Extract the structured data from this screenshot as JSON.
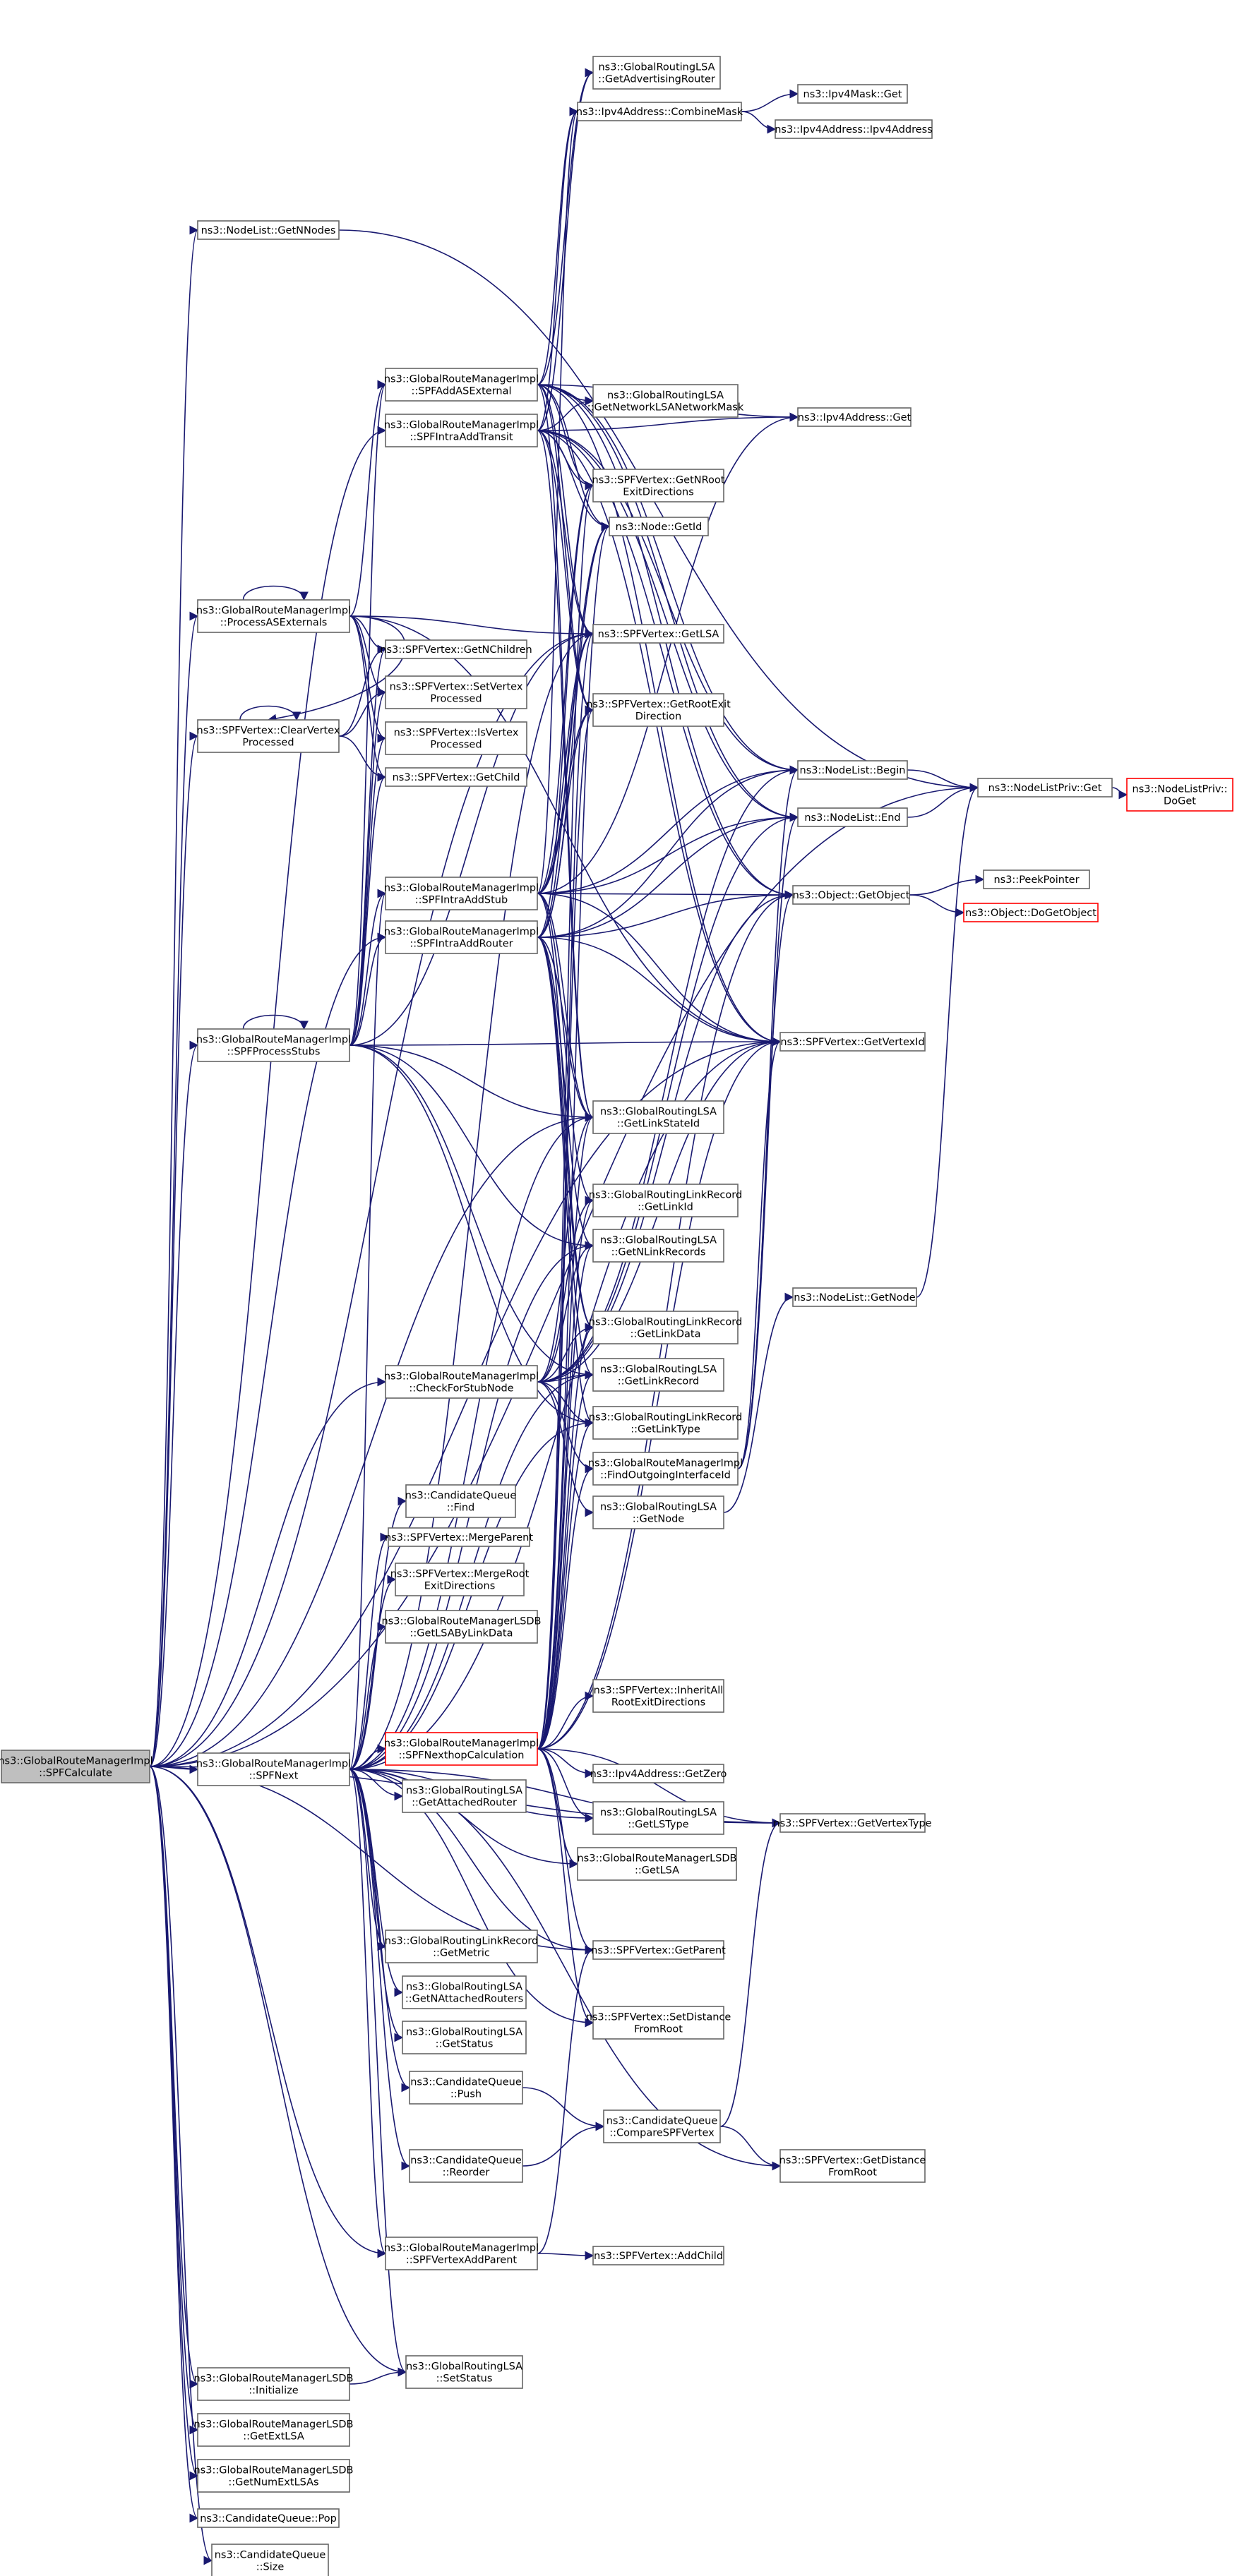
{
  "nodes": [
    {
      "id": "n0",
      "lines": [
        "ns3::GlobalRouteManagerImpl",
        "::SPFCalculate"
      ],
      "root": true
    },
    {
      "id": "n1",
      "lines": [
        "ns3::NodeList::GetNNodes"
      ]
    },
    {
      "id": "n2",
      "lines": [
        "ns3::NodeListPriv::Get"
      ]
    },
    {
      "id": "n3",
      "lines": [
        "ns3::NodeListPriv::",
        "DoGet"
      ],
      "red": true
    },
    {
      "id": "n4",
      "lines": [
        "ns3::GlobalRouteManagerImpl",
        "::SPFIntraAddTransit"
      ]
    },
    {
      "id": "n5",
      "lines": [
        "ns3::GlobalRoutingLSA",
        "::GetAdvertisingRouter"
      ]
    },
    {
      "id": "n6",
      "lines": [
        "ns3::Ipv4Address::CombineMask"
      ]
    },
    {
      "id": "n7",
      "lines": [
        "ns3::Ipv4Mask::Get"
      ]
    },
    {
      "id": "n8",
      "lines": [
        "ns3::Ipv4Address::Ipv4Address"
      ]
    },
    {
      "id": "n9",
      "lines": [
        "ns3::GlobalRoutingLSA",
        "::GetNetworkLSANetworkMask"
      ]
    },
    {
      "id": "n10",
      "lines": [
        "ns3::SPFVertex::GetNRoot",
        "ExitDirections"
      ]
    },
    {
      "id": "n11",
      "lines": [
        "ns3::Node::GetId"
      ]
    },
    {
      "id": "n12",
      "lines": [
        "ns3::SPFVertex::GetLSA"
      ]
    },
    {
      "id": "n13",
      "lines": [
        "ns3::SPFVertex::GetRootExit",
        "Direction"
      ]
    },
    {
      "id": "n14",
      "lines": [
        "ns3::NodeList::Begin"
      ]
    },
    {
      "id": "n15",
      "lines": [
        "ns3::NodeList::End"
      ]
    },
    {
      "id": "n16",
      "lines": [
        "ns3::Object::GetObject"
      ]
    },
    {
      "id": "n17",
      "lines": [
        "ns3::PeekPointer"
      ]
    },
    {
      "id": "n18",
      "lines": [
        "ns3::Object::DoGetObject"
      ],
      "red": true
    },
    {
      "id": "n19",
      "lines": [
        "ns3::SPFVertex::GetVertexId"
      ]
    },
    {
      "id": "n20",
      "lines": [
        "ns3::Ipv4Address::Get"
      ]
    },
    {
      "id": "n21",
      "lines": [
        "ns3::GlobalRouteManagerImpl",
        "::SPFAddASExternal"
      ]
    },
    {
      "id": "n22",
      "lines": [
        "ns3::GlobalRouteManagerImpl",
        "::ProcessASExternals"
      ]
    },
    {
      "id": "n23",
      "lines": [
        "ns3::SPFVertex::GetNChildren"
      ]
    },
    {
      "id": "n24",
      "lines": [
        "ns3::SPFVertex::SetVertex",
        "Processed"
      ]
    },
    {
      "id": "n25",
      "lines": [
        "ns3::SPFVertex::ClearVertex",
        "Processed"
      ]
    },
    {
      "id": "n26",
      "lines": [
        "ns3::SPFVertex::IsVertex",
        "Processed"
      ]
    },
    {
      "id": "n27",
      "lines": [
        "ns3::SPFVertex::GetChild"
      ]
    },
    {
      "id": "n28",
      "lines": [
        "ns3::GlobalRouteManagerImpl",
        "::SPFIntraAddStub"
      ]
    },
    {
      "id": "n29",
      "lines": [
        "ns3::GlobalRouteManagerImpl",
        "::SPFIntraAddRouter"
      ]
    },
    {
      "id": "n30",
      "lines": [
        "ns3::GlobalRouteManagerImpl",
        "::SPFProcessStubs"
      ]
    },
    {
      "id": "n31",
      "lines": [
        "ns3::GlobalRoutingLSA",
        "::GetLinkStateId"
      ]
    },
    {
      "id": "n32",
      "lines": [
        "ns3::GlobalRoutingLinkRecord",
        "::GetLinkId"
      ]
    },
    {
      "id": "n33",
      "lines": [
        "ns3::GlobalRoutingLSA",
        "::GetNLinkRecords"
      ]
    },
    {
      "id": "n34",
      "lines": [
        "ns3::NodeList::GetNode"
      ]
    },
    {
      "id": "n35",
      "lines": [
        "ns3::GlobalRoutingLinkRecord",
        "::GetLinkData"
      ]
    },
    {
      "id": "n36",
      "lines": [
        "ns3::GlobalRoutingLSA",
        "::GetLinkRecord"
      ]
    },
    {
      "id": "n37",
      "lines": [
        "ns3::GlobalRouteManagerImpl",
        "::CheckForStubNode"
      ]
    },
    {
      "id": "n38",
      "lines": [
        "ns3::GlobalRoutingLinkRecord",
        "::GetLinkType"
      ]
    },
    {
      "id": "n39",
      "lines": [
        "ns3::GlobalRouteManagerImpl",
        "::FindOutgoingInterfaceId"
      ]
    },
    {
      "id": "n40",
      "lines": [
        "ns3::GlobalRoutingLSA",
        "::GetNode"
      ]
    },
    {
      "id": "n41",
      "lines": [
        "ns3::CandidateQueue",
        "::Find"
      ]
    },
    {
      "id": "n42",
      "lines": [
        "ns3::SPFVertex::MergeParent"
      ]
    },
    {
      "id": "n43",
      "lines": [
        "ns3::SPFVertex::MergeRoot",
        "ExitDirections"
      ]
    },
    {
      "id": "n44",
      "lines": [
        "ns3::GlobalRouteManagerLSDB",
        "::GetLSAByLinkData"
      ]
    },
    {
      "id": "n45",
      "lines": [
        "ns3::SPFVertex::InheritAll",
        "RootExitDirections"
      ]
    },
    {
      "id": "n46",
      "lines": [
        "ns3::GlobalRouteManagerImpl",
        "::SPFNexthopCalculation"
      ],
      "red": true
    },
    {
      "id": "n47",
      "lines": [
        "ns3::GlobalRouteManagerImpl",
        "::SPFNext"
      ]
    },
    {
      "id": "n48",
      "lines": [
        "ns3::Ipv4Address::GetZero"
      ]
    },
    {
      "id": "n49",
      "lines": [
        "ns3::GlobalRoutingLSA",
        "::GetAttachedRouter"
      ]
    },
    {
      "id": "n50",
      "lines": [
        "ns3::GlobalRoutingLSA",
        "::GetLSType"
      ]
    },
    {
      "id": "n51",
      "lines": [
        "ns3::SPFVertex::GetVertexType"
      ]
    },
    {
      "id": "n52",
      "lines": [
        "ns3::GlobalRouteManagerLSDB",
        "::GetLSA"
      ]
    },
    {
      "id": "n53",
      "lines": [
        "ns3::GlobalRoutingLinkRecord",
        "::GetMetric"
      ]
    },
    {
      "id": "n54",
      "lines": [
        "ns3::SPFVertex::GetParent"
      ]
    },
    {
      "id": "n55",
      "lines": [
        "ns3::GlobalRoutingLSA",
        "::GetNAttachedRouters"
      ]
    },
    {
      "id": "n56",
      "lines": [
        "ns3::SPFVertex::SetDistance",
        "FromRoot"
      ]
    },
    {
      "id": "n57",
      "lines": [
        "ns3::GlobalRoutingLSA",
        "::GetStatus"
      ]
    },
    {
      "id": "n58",
      "lines": [
        "ns3::CandidateQueue",
        "::Push"
      ]
    },
    {
      "id": "n59",
      "lines": [
        "ns3::CandidateQueue",
        "::CompareSPFVertex"
      ]
    },
    {
      "id": "n60",
      "lines": [
        "ns3::CandidateQueue",
        "::Reorder"
      ]
    },
    {
      "id": "n61",
      "lines": [
        "ns3::SPFVertex::GetDistance",
        "FromRoot"
      ]
    },
    {
      "id": "n62",
      "lines": [
        "ns3::GlobalRouteManagerImpl",
        "::SPFVertexAddParent"
      ]
    },
    {
      "id": "n63",
      "lines": [
        "ns3::SPFVertex::AddChild"
      ]
    },
    {
      "id": "n64",
      "lines": [
        "ns3::GlobalRouteManagerLSDB",
        "::Initialize"
      ]
    },
    {
      "id": "n65",
      "lines": [
        "ns3::GlobalRoutingLSA",
        "::SetStatus"
      ]
    },
    {
      "id": "n66",
      "lines": [
        "ns3::GlobalRouteManagerLSDB",
        "::GetExtLSA"
      ]
    },
    {
      "id": "n67",
      "lines": [
        "ns3::GlobalRouteManagerLSDB",
        "::GetNumExtLSAs"
      ]
    },
    {
      "id": "n68",
      "lines": [
        "ns3::CandidateQueue::Pop"
      ]
    },
    {
      "id": "n69",
      "lines": [
        "ns3::CandidateQueue",
        "::Size"
      ]
    }
  ],
  "edges": [
    [
      "n0",
      "n1"
    ],
    [
      "n0",
      "n22"
    ],
    [
      "n0",
      "n30"
    ],
    [
      "n0",
      "n47"
    ],
    [
      "n0",
      "n62"
    ],
    [
      "n0",
      "n64"
    ],
    [
      "n0",
      "n66"
    ],
    [
      "n0",
      "n67"
    ],
    [
      "n0",
      "n68"
    ],
    [
      "n0",
      "n69"
    ],
    [
      "n0",
      "n2"
    ],
    [
      "n0",
      "n4"
    ],
    [
      "n0",
      "n12"
    ],
    [
      "n0",
      "n29"
    ],
    [
      "n0",
      "n19"
    ],
    [
      "n0",
      "n31"
    ],
    [
      "n0",
      "n37"
    ],
    [
      "n0",
      "n51"
    ],
    [
      "n0",
      "n54"
    ],
    [
      "n0",
      "n65"
    ],
    [
      "n0",
      "n25"
    ],
    [
      "n1",
      "n2"
    ],
    [
      "n2",
      "n3"
    ],
    [
      "n4",
      "n5"
    ],
    [
      "n4",
      "n6"
    ],
    [
      "n4",
      "n9"
    ],
    [
      "n4",
      "n10"
    ],
    [
      "n4",
      "n11"
    ],
    [
      "n4",
      "n12"
    ],
    [
      "n4",
      "n13"
    ],
    [
      "n4",
      "n14"
    ],
    [
      "n4",
      "n15"
    ],
    [
      "n4",
      "n16"
    ],
    [
      "n4",
      "n19"
    ],
    [
      "n4",
      "n20"
    ],
    [
      "n4",
      "n31"
    ],
    [
      "n6",
      "n7"
    ],
    [
      "n6",
      "n8"
    ],
    [
      "n14",
      "n2"
    ],
    [
      "n15",
      "n2"
    ],
    [
      "n16",
      "n17"
    ],
    [
      "n16",
      "n18"
    ],
    [
      "n21",
      "n5"
    ],
    [
      "n21",
      "n6"
    ],
    [
      "n21",
      "n9"
    ],
    [
      "n21",
      "n10"
    ],
    [
      "n21",
      "n11"
    ],
    [
      "n21",
      "n12"
    ],
    [
      "n21",
      "n13"
    ],
    [
      "n21",
      "n14"
    ],
    [
      "n21",
      "n15"
    ],
    [
      "n21",
      "n16"
    ],
    [
      "n21",
      "n19"
    ],
    [
      "n21",
      "n20"
    ],
    [
      "n21",
      "n31"
    ],
    [
      "n22",
      "n22"
    ],
    [
      "n22",
      "n21"
    ],
    [
      "n22",
      "n23"
    ],
    [
      "n22",
      "n24"
    ],
    [
      "n22",
      "n26"
    ],
    [
      "n22",
      "n27"
    ],
    [
      "n22",
      "n12"
    ],
    [
      "n22",
      "n19"
    ],
    [
      "n22",
      "n25"
    ],
    [
      "n25",
      "n25"
    ],
    [
      "n25",
      "n23"
    ],
    [
      "n25",
      "n24"
    ],
    [
      "n25",
      "n27"
    ],
    [
      "n28",
      "n6"
    ],
    [
      "n28",
      "n10"
    ],
    [
      "n28",
      "n11"
    ],
    [
      "n28",
      "n12"
    ],
    [
      "n28",
      "n13"
    ],
    [
      "n28",
      "n14"
    ],
    [
      "n28",
      "n15"
    ],
    [
      "n28",
      "n16"
    ],
    [
      "n28",
      "n19"
    ],
    [
      "n28",
      "n20"
    ],
    [
      "n28",
      "n31"
    ],
    [
      "n28",
      "n32"
    ],
    [
      "n28",
      "n35"
    ],
    [
      "n29",
      "n10"
    ],
    [
      "n29",
      "n11"
    ],
    [
      "n29",
      "n12"
    ],
    [
      "n29",
      "n13"
    ],
    [
      "n29",
      "n14"
    ],
    [
      "n29",
      "n15"
    ],
    [
      "n29",
      "n16"
    ],
    [
      "n29",
      "n19"
    ],
    [
      "n29",
      "n31"
    ],
    [
      "n29",
      "n33"
    ],
    [
      "n29",
      "n35"
    ],
    [
      "n29",
      "n36"
    ],
    [
      "n29",
      "n38"
    ],
    [
      "n30",
      "n30"
    ],
    [
      "n30",
      "n28"
    ],
    [
      "n30",
      "n29"
    ],
    [
      "n30",
      "n21"
    ],
    [
      "n30",
      "n23"
    ],
    [
      "n30",
      "n24"
    ],
    [
      "n30",
      "n26"
    ],
    [
      "n30",
      "n27"
    ],
    [
      "n30",
      "n12"
    ],
    [
      "n30",
      "n19"
    ],
    [
      "n30",
      "n31"
    ],
    [
      "n30",
      "n33"
    ],
    [
      "n30",
      "n36"
    ],
    [
      "n30",
      "n38"
    ],
    [
      "n34",
      "n2"
    ],
    [
      "n37",
      "n31"
    ],
    [
      "n37",
      "n32"
    ],
    [
      "n37",
      "n33"
    ],
    [
      "n37",
      "n35"
    ],
    [
      "n37",
      "n36"
    ],
    [
      "n37",
      "n38"
    ],
    [
      "n37",
      "n39"
    ],
    [
      "n37",
      "n40"
    ],
    [
      "n37",
      "n16"
    ],
    [
      "n37",
      "n19"
    ],
    [
      "n37",
      "n15"
    ],
    [
      "n37",
      "n14"
    ],
    [
      "n39",
      "n14"
    ],
    [
      "n39",
      "n15"
    ],
    [
      "n39",
      "n16"
    ],
    [
      "n39",
      "n19"
    ],
    [
      "n40",
      "n34"
    ],
    [
      "n46",
      "n45"
    ],
    [
      "n46",
      "n48"
    ],
    [
      "n46",
      "n50"
    ],
    [
      "n46",
      "n51"
    ],
    [
      "n46",
      "n52"
    ],
    [
      "n46",
      "n39"
    ],
    [
      "n46",
      "n31"
    ],
    [
      "n46",
      "n32"
    ],
    [
      "n46",
      "n35"
    ],
    [
      "n46",
      "n36"
    ],
    [
      "n46",
      "n38"
    ],
    [
      "n46",
      "n33"
    ],
    [
      "n46",
      "n12"
    ],
    [
      "n46",
      "n11"
    ],
    [
      "n46",
      "n13"
    ],
    [
      "n46",
      "n16"
    ],
    [
      "n46",
      "n19"
    ],
    [
      "n46",
      "n10"
    ],
    [
      "n46",
      "n54"
    ],
    [
      "n46",
      "n56"
    ],
    [
      "n47",
      "n41"
    ],
    [
      "n47",
      "n42"
    ],
    [
      "n47",
      "n43"
    ],
    [
      "n47",
      "n44"
    ],
    [
      "n47",
      "n46"
    ],
    [
      "n47",
      "n49"
    ],
    [
      "n47",
      "n50"
    ],
    [
      "n47",
      "n52"
    ],
    [
      "n47",
      "n53"
    ],
    [
      "n47",
      "n55"
    ],
    [
      "n47",
      "n57"
    ],
    [
      "n47",
      "n58"
    ],
    [
      "n47",
      "n60"
    ],
    [
      "n47",
      "n62"
    ],
    [
      "n47",
      "n65"
    ],
    [
      "n47",
      "n12"
    ],
    [
      "n47",
      "n19"
    ],
    [
      "n47",
      "n51"
    ],
    [
      "n47",
      "n61"
    ],
    [
      "n47",
      "n31"
    ],
    [
      "n47",
      "n33"
    ],
    [
      "n47",
      "n36"
    ],
    [
      "n47",
      "n38"
    ],
    [
      "n47",
      "n56"
    ],
    [
      "n47",
      "n28"
    ],
    [
      "n47",
      "n54"
    ],
    [
      "n58",
      "n59"
    ],
    [
      "n59",
      "n51"
    ],
    [
      "n59",
      "n61"
    ],
    [
      "n60",
      "n59"
    ],
    [
      "n62",
      "n63"
    ],
    [
      "n62",
      "n54"
    ],
    [
      "n64",
      "n65"
    ]
  ]
}
